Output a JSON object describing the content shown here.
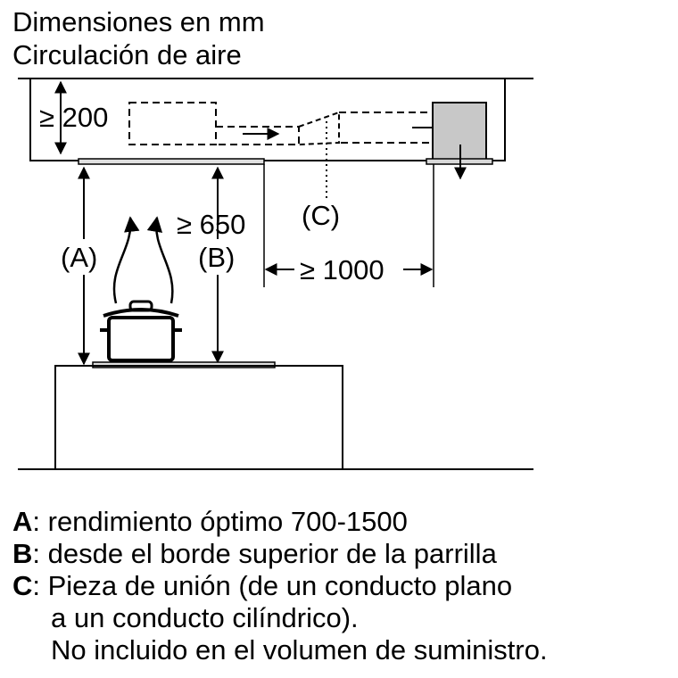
{
  "title": {
    "line1": "Dimensiones en mm",
    "line2": "Circulación de aire"
  },
  "dimensions": {
    "height_min": "≥ 200",
    "clearance_min": "≥ 650",
    "distance_min": "≥ 1000"
  },
  "markers": {
    "a": "(A)",
    "b": "(B)",
    "c": "(C)"
  },
  "legend": [
    {
      "key": "A",
      "text": ": rendimiento óptimo 700-1500"
    },
    {
      "key": "B",
      "text": ": desde el borde superior de la parrilla"
    },
    {
      "key": "C",
      "text": ": Pieza de unión (de un conducto plano"
    }
  ],
  "legend_continuation": [
    "a un conducto cilíndrico).",
    "No incluido en el volumen de suministro."
  ]
}
